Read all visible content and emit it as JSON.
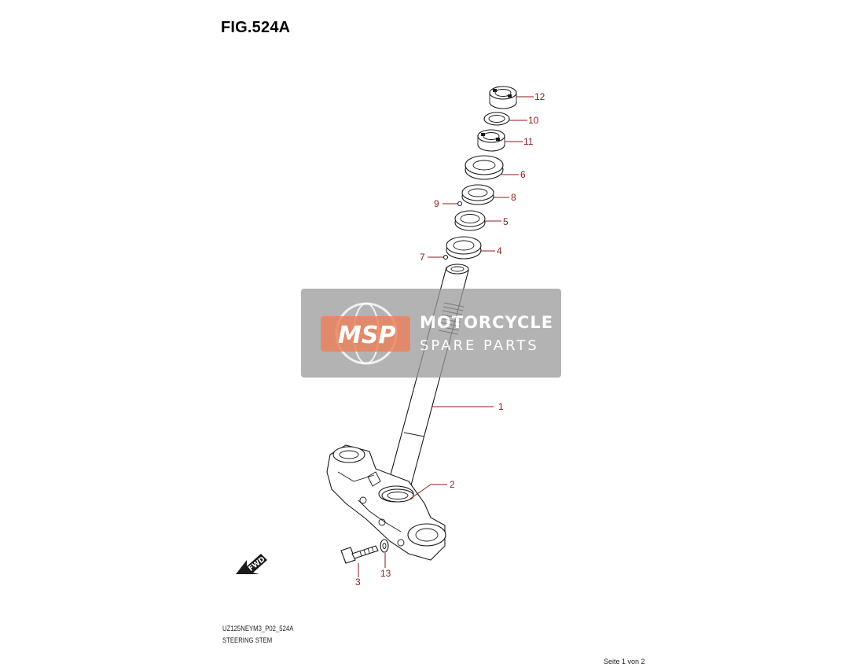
{
  "figure": {
    "title": "FIG.524A"
  },
  "callouts": [
    "12",
    "10",
    "11",
    "6",
    "8",
    "9",
    "5",
    "4",
    "7",
    "1",
    "2",
    "3",
    "13"
  ],
  "watermark": {
    "logo": "MSP",
    "line1": "MOTORCYCLE",
    "line2": "SPARE PARTS",
    "badge_color": "#e8734a"
  },
  "direction_arrow": {
    "label": "FWD"
  },
  "footer": {
    "model_code": "UZ125NEYM3_P02_524A",
    "part_group": "STEERING STEM",
    "page_info": "Seite 1 von 2"
  },
  "colors": {
    "callout": "#8b1a1a",
    "line_art": "#1a1a1a",
    "watermark_bg": "#9a9a9a"
  }
}
